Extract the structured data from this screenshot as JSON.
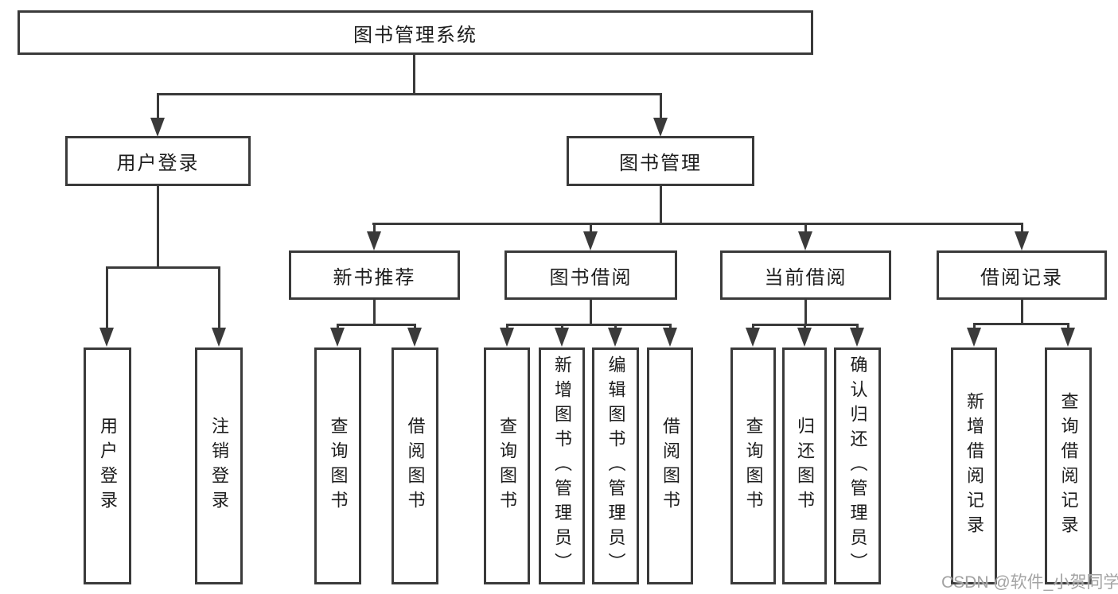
{
  "colors": {
    "line": "#3a3a3a",
    "text": "#1c1c1c",
    "background": "#ffffff",
    "watermark": "#a3a3a3"
  },
  "diagram": {
    "root": {
      "label": "图书管理系统",
      "children": [
        {
          "label": "用户登录",
          "children": [
            {
              "label": "用户登录"
            },
            {
              "label": "注销登录"
            }
          ]
        },
        {
          "label": "图书管理",
          "children": [
            {
              "label": "新书推荐",
              "children": [
                {
                  "label": "查询图书"
                },
                {
                  "label": "借阅图书"
                }
              ]
            },
            {
              "label": "图书借阅",
              "children": [
                {
                  "label": "查询图书"
                },
                {
                  "label": "新增图书（管理员）"
                },
                {
                  "label": "编辑图书（管理员）"
                },
                {
                  "label": "借阅图书"
                }
              ]
            },
            {
              "label": "当前借阅",
              "children": [
                {
                  "label": "查询图书"
                },
                {
                  "label": "归还图书"
                },
                {
                  "label": "确认归还（管理员）"
                }
              ]
            },
            {
              "label": "借阅记录",
              "children": [
                {
                  "label": "新增借阅记录"
                },
                {
                  "label": "查询借阅记录"
                }
              ]
            }
          ]
        }
      ]
    }
  },
  "watermark": {
    "text": "CSDN @软件_小贺同学"
  }
}
